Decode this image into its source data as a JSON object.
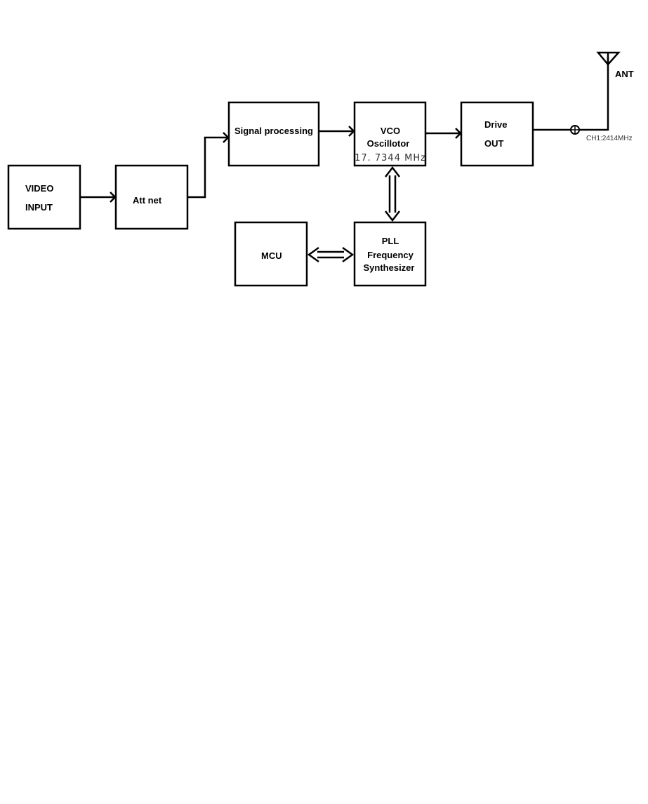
{
  "blocks": {
    "video_input": {
      "line1": "VIDEO",
      "line2": "INPUT"
    },
    "att_net": {
      "label": "Att net"
    },
    "signal_processing": {
      "label": "Signal processing"
    },
    "vco": {
      "line1": "VCO",
      "line2": "Oscillotor",
      "freq": "17. 7344 MHz"
    },
    "drive_out": {
      "line1": "Drive",
      "line2": "OUT"
    },
    "mcu": {
      "label": "MCU"
    },
    "pll": {
      "line1": "PLL",
      "line2": "Frequency",
      "line3": "Synthesizer"
    }
  },
  "antenna": {
    "label": "ANT",
    "channel": "CH1:2414MHz"
  }
}
